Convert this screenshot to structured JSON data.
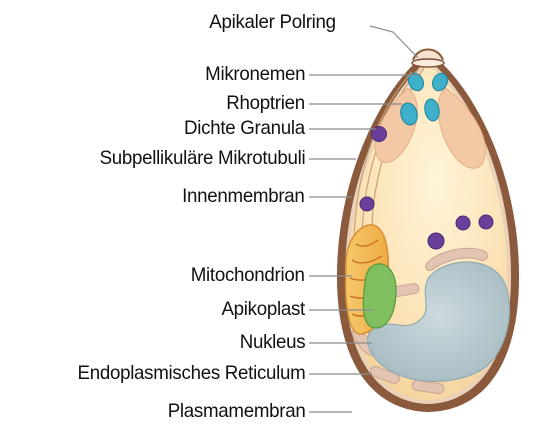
{
  "labels": {
    "apical_polar_ring": "Apikaler Polring",
    "micronemes": "Mikronemen",
    "rhoptries": "Rhoptrien",
    "dense_granules": "Dichte Granula",
    "subpellicular_microtubules": "Subpellikuläre Mikrotubuli",
    "inner_membrane": "Innenmembran",
    "mitochondrion": "Mitochondrion",
    "apicoplast": "Apikoplast",
    "nucleus": "Nukleus",
    "endoplasmic_reticulum": "Endoplasmisches Reticulum",
    "plasma_membrane": "Plasmamembran"
  },
  "colors": {
    "cytoplasm": "#fbe3b6",
    "pellicle": "#8b5a3c",
    "rhoptry": "#f3c8a4",
    "microneme": "#3fb0c9",
    "dense_granule": "#6a3f9c",
    "nucleus": "#b9ccd1",
    "er": "#e2c4b2",
    "mitochondrion": "#f4c168",
    "apicoplast": "#7fbf5f",
    "leader": "#888888"
  }
}
